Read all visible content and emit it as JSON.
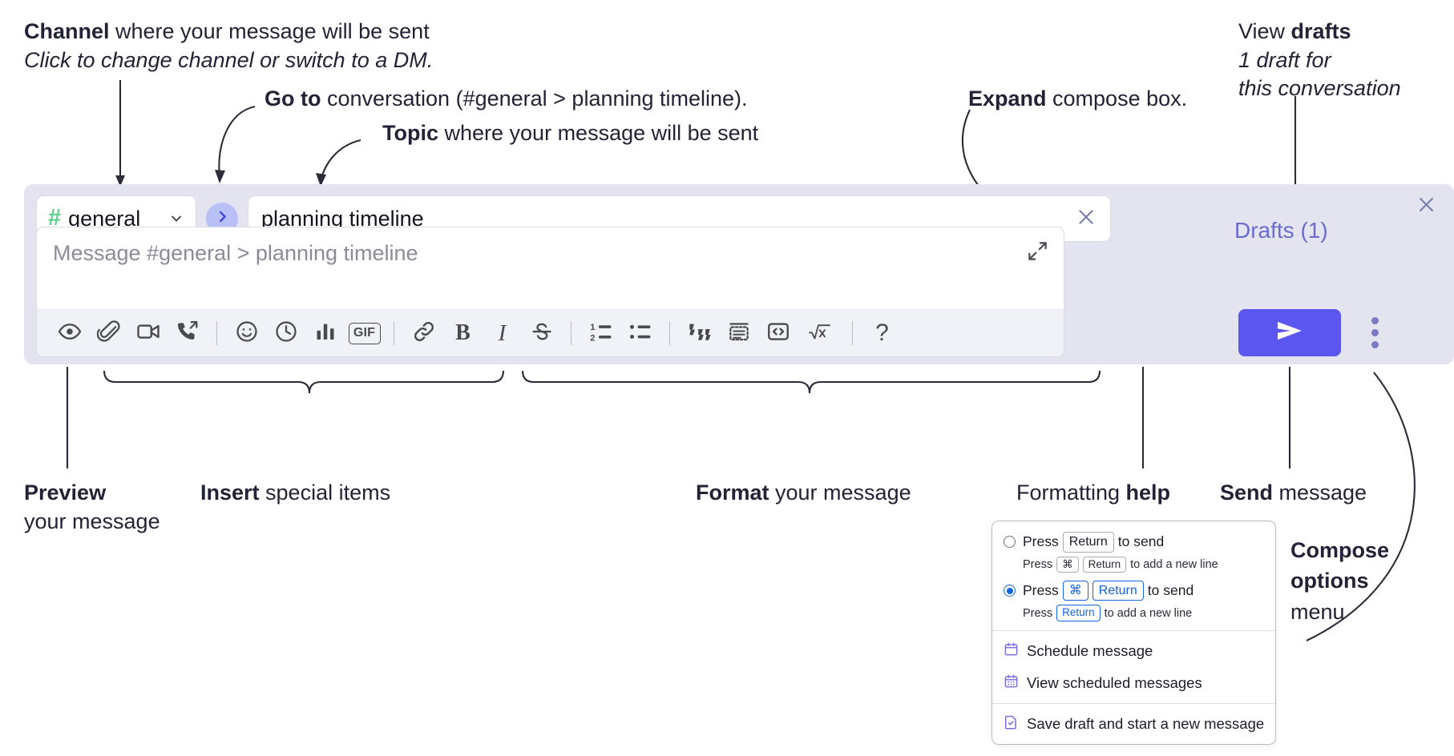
{
  "annotations": [
    {
      "id": "channel",
      "bold": "Channel",
      "rest": " where your message will be sent",
      "italic": "Click to change channel or switch to a DM."
    },
    {
      "id": "goto",
      "bold": "Go to",
      "rest": " conversation (#general > planning timeline)."
    },
    {
      "id": "topic",
      "bold": "Topic",
      "rest": " where your message will be sent"
    },
    {
      "id": "expand",
      "bold": "Expand",
      "rest": " compose box."
    },
    {
      "id": "drafts",
      "lead": "View ",
      "bold": "drafts",
      "italic1": "1 draft for",
      "italic2": "this conversation"
    },
    {
      "id": "preview",
      "bold": "Preview",
      "rest": "your message"
    },
    {
      "id": "insert",
      "bold": "Insert",
      "rest": " special items"
    },
    {
      "id": "format",
      "bold": "Format",
      "rest": " your message"
    },
    {
      "id": "help",
      "lead": "Formatting ",
      "bold": "help"
    },
    {
      "id": "send",
      "bold": "Send",
      "rest": " message"
    },
    {
      "id": "compose-menu",
      "bold1": "Compose",
      "bold2": "options",
      "rest": "menu"
    }
  ],
  "compose": {
    "channel": {
      "hash": "#",
      "name": "general",
      "chevron_icon": "chevron-down-icon"
    },
    "goto_button_icon": "chevron-right-icon",
    "topic": {
      "value": "planning timeline",
      "clear_icon": "close-icon"
    },
    "message": {
      "placeholder": "Message #general > planning timeline",
      "value": ""
    },
    "expand_icon": "expand-diagonal-icon",
    "panel_close_icon": "close-icon",
    "drafts_label": "Drafts (1)",
    "send_icon": "send-paper-plane-icon",
    "kebab_icon": "more-vertical-icon",
    "toolbar": [
      {
        "name": "preview",
        "icon": "eye-icon",
        "glyph": ""
      },
      {
        "name": "attach",
        "icon": "paperclip-icon",
        "glyph": ""
      },
      {
        "name": "video-clip",
        "icon": "video-camera-icon",
        "glyph": ""
      },
      {
        "name": "audio-clip",
        "icon": "phone-forward-icon",
        "glyph": ""
      },
      {
        "name": "separator-1",
        "icon": "separator",
        "glyph": ""
      },
      {
        "name": "emoji",
        "icon": "smiley-face-icon",
        "glyph": ""
      },
      {
        "name": "schedule",
        "icon": "clock-icon",
        "glyph": ""
      },
      {
        "name": "poll",
        "icon": "bar-chart-icon",
        "glyph": ""
      },
      {
        "name": "gif",
        "icon": "gif-icon",
        "glyph": "GIF"
      },
      {
        "name": "separator-2",
        "icon": "separator",
        "glyph": ""
      },
      {
        "name": "link",
        "icon": "link-chain-icon",
        "glyph": ""
      },
      {
        "name": "bold",
        "icon": "bold-icon",
        "glyph": "B"
      },
      {
        "name": "italic",
        "icon": "italic-icon",
        "glyph": "I"
      },
      {
        "name": "strikethrough",
        "icon": "strikethrough-icon",
        "glyph": "S"
      },
      {
        "name": "separator-3",
        "icon": "separator",
        "glyph": ""
      },
      {
        "name": "ordered-list",
        "icon": "ordered-list-icon",
        "glyph": ""
      },
      {
        "name": "bulleted-list",
        "icon": "bulleted-list-icon",
        "glyph": ""
      },
      {
        "name": "separator-4",
        "icon": "separator",
        "glyph": ""
      },
      {
        "name": "blockquote",
        "icon": "quote-icon",
        "glyph": ""
      },
      {
        "name": "code-block",
        "icon": "code-block-icon",
        "glyph": ""
      },
      {
        "name": "code",
        "icon": "angle-brackets-icon",
        "glyph": ""
      },
      {
        "name": "math",
        "icon": "square-root-x-icon",
        "glyph": ""
      },
      {
        "name": "separator-5",
        "icon": "separator",
        "glyph": ""
      },
      {
        "name": "help",
        "icon": "question-mark-icon",
        "glyph": "?"
      }
    ]
  },
  "menu": {
    "options": [
      {
        "selected": false,
        "parts": [
          "Press",
          "Return",
          "to send"
        ],
        "sub": [
          "Press",
          "⌘",
          "Return",
          "to add a new line"
        ]
      },
      {
        "selected": true,
        "parts": [
          "Press",
          "⌘",
          "Return",
          "to send"
        ],
        "sub": [
          "Press",
          "Return",
          "to add a new line"
        ]
      }
    ],
    "items": [
      {
        "label": "Schedule message",
        "icon": "calendar-icon"
      },
      {
        "label": "View scheduled messages",
        "icon": "calendar-grid-icon"
      },
      {
        "label": "Save draft and start a new message",
        "icon": "document-check-icon"
      }
    ]
  },
  "colors": {
    "panel_bg": "#e3e4f0",
    "send_button": "#5b56ef",
    "accent_purple": "#6b6bd0",
    "hash_green": "#5fcf8d",
    "goto_circle": "#b9c0f5",
    "radio_blue": "#1264e0"
  }
}
